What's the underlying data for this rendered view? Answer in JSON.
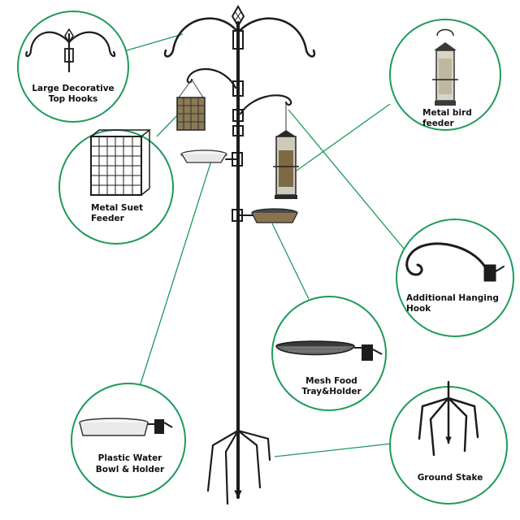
{
  "callouts": {
    "top_hooks": {
      "line1": "Large Decorative",
      "line2": "Top Hooks"
    },
    "bird_feeder": {
      "line1": "Metal bird",
      "line2": "feeder"
    },
    "suet_feeder": {
      "line1": "Metal Suet",
      "line2": "Feeder"
    },
    "hanging_hook": {
      "line1": "Additional Hanging",
      "line2": "Hook"
    },
    "mesh_tray": {
      "line1": "Mesh Food",
      "line2": "Tray&Holder"
    },
    "water_bowl": {
      "line1": "Plastic Water",
      "line2": "Bowl & Holder"
    },
    "ground_stake": {
      "line1": "Ground Stake"
    }
  },
  "colors": {
    "ring": "#1f9a5a",
    "metal": "#1c1c1c",
    "background": "#ffffff"
  }
}
